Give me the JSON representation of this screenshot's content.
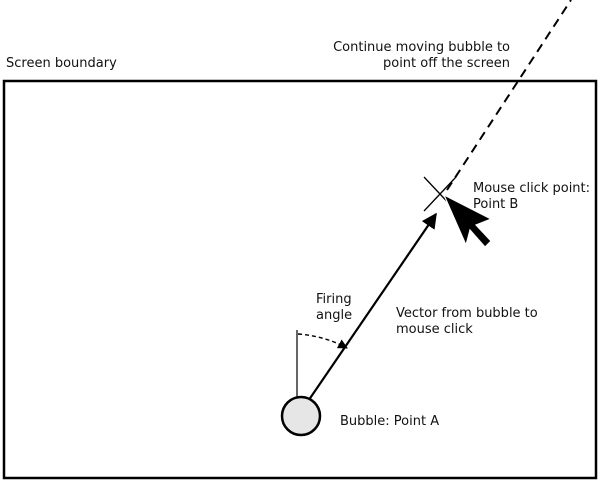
{
  "labels": {
    "screen_boundary": "Screen boundary",
    "continue_line1": "Continue moving bubble to",
    "continue_line2": "point off the screen",
    "mouse_click_line1": "Mouse click point:",
    "mouse_click_line2": "Point B",
    "firing_line1": "Firing",
    "firing_line2": "angle",
    "vector_line1": "Vector from bubble to",
    "vector_line2": "mouse click",
    "bubble": "Bubble: Point A"
  },
  "colors": {
    "line": "#000000",
    "bubble_fill": "#e6e6e6",
    "cursor": "#000000"
  }
}
